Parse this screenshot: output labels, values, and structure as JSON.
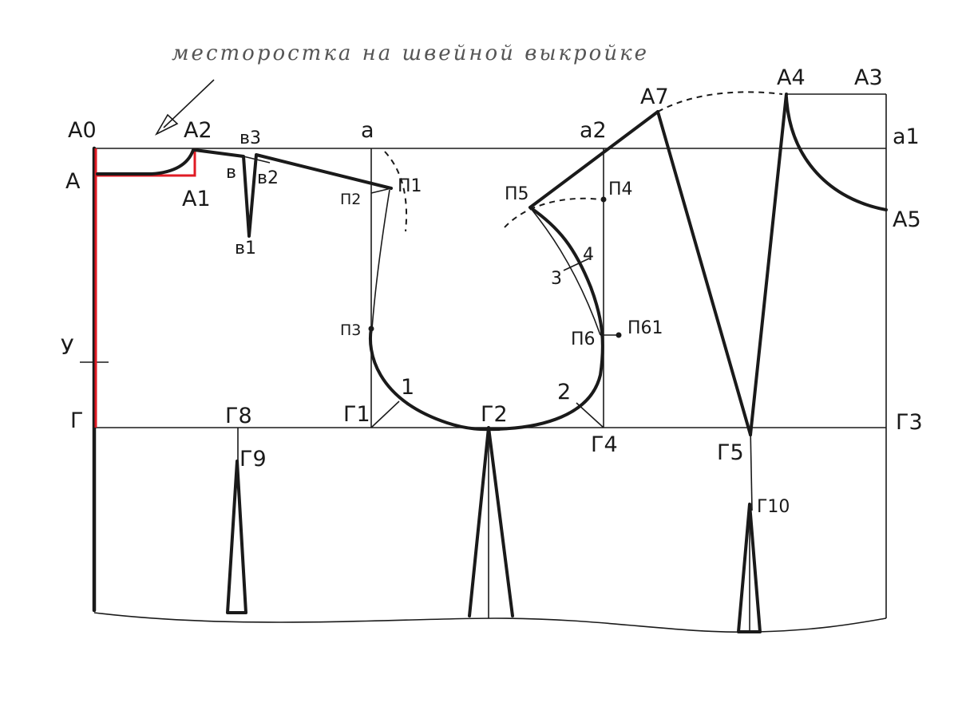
{
  "annotation": {
    "text": "месторостка на швейной выкройке"
  },
  "labels": {
    "A0": "A0",
    "A": "A",
    "A2": "A2",
    "A1": "A1",
    "v3": "в3",
    "v": "в",
    "v2": "в2",
    "v1": "в1",
    "a": "а",
    "P1": "П1",
    "P2": "П2",
    "P3": "П3",
    "a2": "а2",
    "P5": "П5",
    "P4": "П4",
    "n4": "4",
    "n3": "3",
    "P6": "П6",
    "P61": "П61",
    "A7": "A7",
    "A4": "A4",
    "A3": "A3",
    "a1": "а1",
    "A5": "A5",
    "U": "У",
    "G": "Г",
    "G8": "Г8",
    "G9": "Г9",
    "G1": "Г1",
    "n1": "1",
    "G2": "Г2",
    "n2": "2",
    "G4": "Г4",
    "G5": "Г5",
    "G3": "Г3",
    "G10": "Г10"
  },
  "colors": {
    "ink": "#1a1a1a",
    "highlight": "#e01b24",
    "note": "#555555"
  }
}
